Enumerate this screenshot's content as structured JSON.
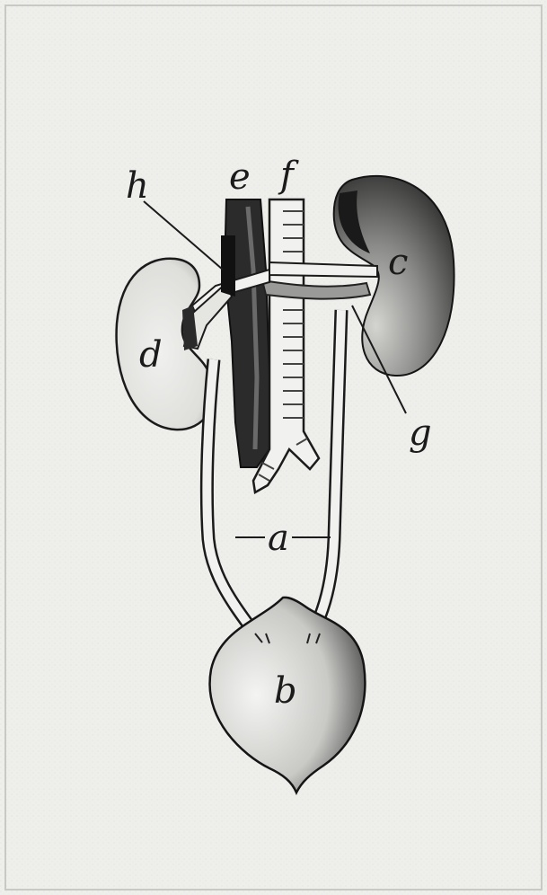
{
  "labels": {
    "a": "a",
    "b": "b",
    "c": "c",
    "d": "d",
    "e": "e",
    "f": "f",
    "g": "g",
    "h": "h"
  },
  "colors": {
    "paper": "#eeeeeb",
    "ink": "#1b1b1b",
    "organ_light": "#e6e6e3",
    "organ_dark": "#2a2a2a"
  }
}
